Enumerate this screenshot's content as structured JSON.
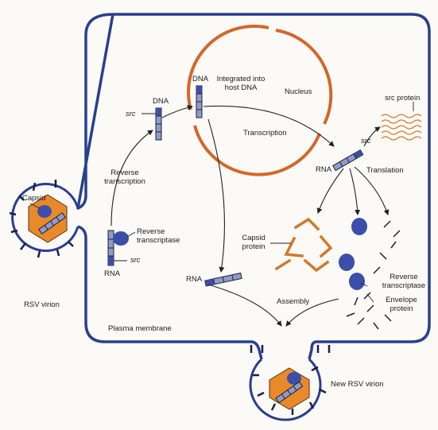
{
  "colors": {
    "membrane": "#2a3f8f",
    "nucleus": "#d4672a",
    "capsid_orange": "#e8892a",
    "protein_blue": "#3b4fa8",
    "segment_blue": "#8e9bd0",
    "protein_orange": "#cf7a2b",
    "arrow": "#222222"
  },
  "labels": {
    "capsid": "Capsid",
    "rsv_virion": "RSV virion",
    "plasma_membrane": "Plasma membrane",
    "rna_left": "RNA",
    "reverse_transcriptase_left": "Reverse\ntranscriptase",
    "src_left_bottom": "src",
    "reverse_transcription": "Reverse\ntranscription",
    "src_top": "src",
    "dna_left": "DNA",
    "dna_integrated": "DNA",
    "integrated_into_host": "Integrated into\nhost DNA",
    "nucleus": "Nucleus",
    "transcription": "Transcription",
    "src_right": "src",
    "rna_right": "RNA",
    "translation": "Translation",
    "src_protein": "src protein",
    "capsid_protein": "Capsid\nprotein",
    "rna_bottom": "RNA",
    "reverse_transcriptase_right": "Reverse\ntranscriptase",
    "envelope_protein": "Envelope\nprotein",
    "assembly": "Assembly",
    "new_rsv_virion": "New RSV virion"
  }
}
